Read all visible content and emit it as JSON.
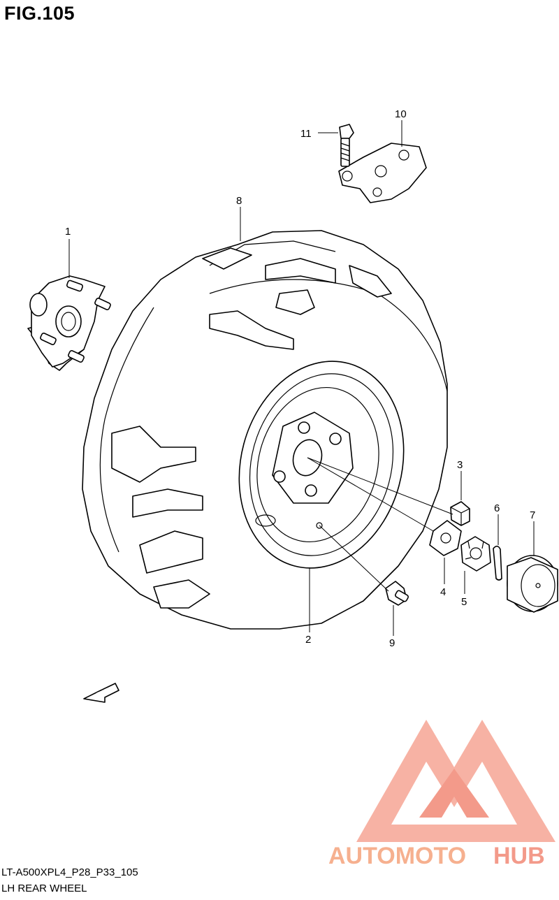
{
  "figure": {
    "title": "FIG.105",
    "code": "LT-A500XPL4_P28_P33_105",
    "caption": "LH REAR WHEEL"
  },
  "parts": [
    {
      "ref": "1",
      "name": "hub"
    },
    {
      "ref": "2",
      "name": "wheel"
    },
    {
      "ref": "3",
      "name": "cap-nut"
    },
    {
      "ref": "4",
      "name": "washer"
    },
    {
      "ref": "5",
      "name": "castle-nut"
    },
    {
      "ref": "6",
      "name": "cotter-pin"
    },
    {
      "ref": "7",
      "name": "hub-cap"
    },
    {
      "ref": "8",
      "name": "tire"
    },
    {
      "ref": "9",
      "name": "valve"
    },
    {
      "ref": "10",
      "name": "bracket"
    },
    {
      "ref": "11",
      "name": "bolt"
    }
  ],
  "direction_marker": "FWD",
  "logo": {
    "text_primary": "AUTOMOTO",
    "text_secondary": "HUB",
    "color_primary": "#f7a08e",
    "color_secondary": "#f6c392",
    "mark_color": "#f39a8a"
  }
}
